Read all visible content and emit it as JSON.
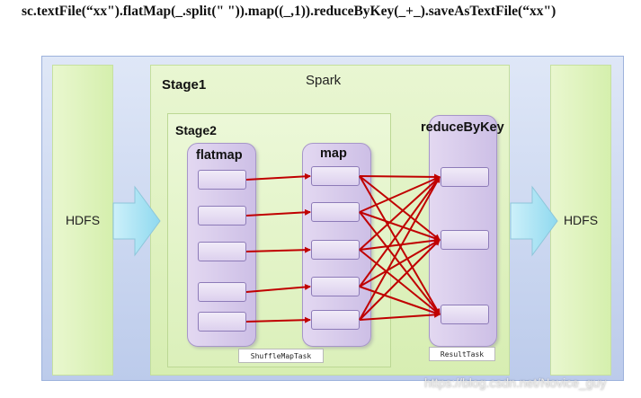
{
  "code_line": "sc.textFile(“xx\").flatMap(_.split(\" \")).map((_,1)).reduceByKey(_+_).saveAsTextFile(“xx\")",
  "hdfs_left_label": "HDFS",
  "hdfs_right_label": "HDFS",
  "stage1_label": "Stage1",
  "spark_label": "Spark",
  "stage2_label": "Stage2",
  "flatmap_label": "flatmap",
  "map_label": "map",
  "reduce_label": "reduceByKey",
  "shuffle_task_label": "ShuffleMapTask",
  "result_task_label": "ResultTask",
  "watermark": "https://blog.csdn.net/Novice_guy",
  "partitions": {
    "flatmap": 5,
    "map": 5,
    "reduce": 3
  },
  "colors": {
    "arrow": "#c00000",
    "stage_green": "#d7eeb2",
    "outer_blue": "#c9d6f0",
    "column_purple": "#d8cdea",
    "big_arrow": "#a8e3f3"
  }
}
